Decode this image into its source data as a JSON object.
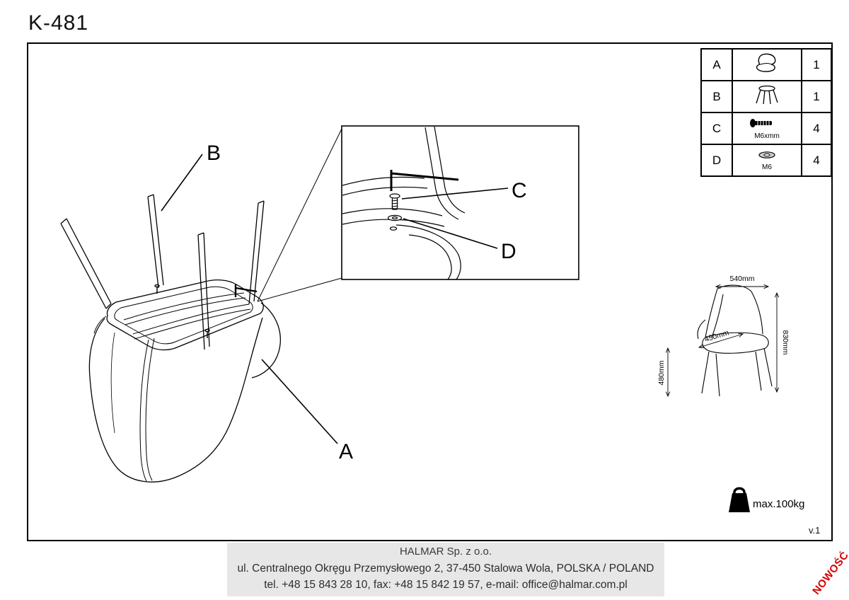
{
  "title": "K-481",
  "version": "v.1",
  "labels": {
    "a": "A",
    "b": "B",
    "c": "C",
    "d": "D"
  },
  "parts_table": {
    "rows": [
      {
        "letter": "A",
        "icon": "chair-seat",
        "qty": "1"
      },
      {
        "letter": "B",
        "icon": "leg-frame",
        "qty": "1"
      },
      {
        "letter": "C",
        "icon": "bolt",
        "caption": "M6xmm",
        "qty": "4"
      },
      {
        "letter": "D",
        "icon": "washer",
        "caption": "M6",
        "qty": "4"
      }
    ]
  },
  "dimensions": {
    "width": "540mm",
    "seat_depth": "450mm",
    "height": "830mm",
    "seat_height": "480mm"
  },
  "max_load_label": "max.100kg",
  "footer": {
    "line1": "HALMAR Sp. z o.o.",
    "line2": "ul. Centralnego Okręgu Przemysłowego 2, 37-450 Stalowa Wola, POLSKA / POLAND",
    "line3": "tel. +48 15 843 28 10, fax: +48 15 842 19 57, e-mail: office@halmar.com.pl"
  },
  "badge": "NOWOŚĆ",
  "colors": {
    "badge_red": "#d50000",
    "line": "#000000"
  }
}
